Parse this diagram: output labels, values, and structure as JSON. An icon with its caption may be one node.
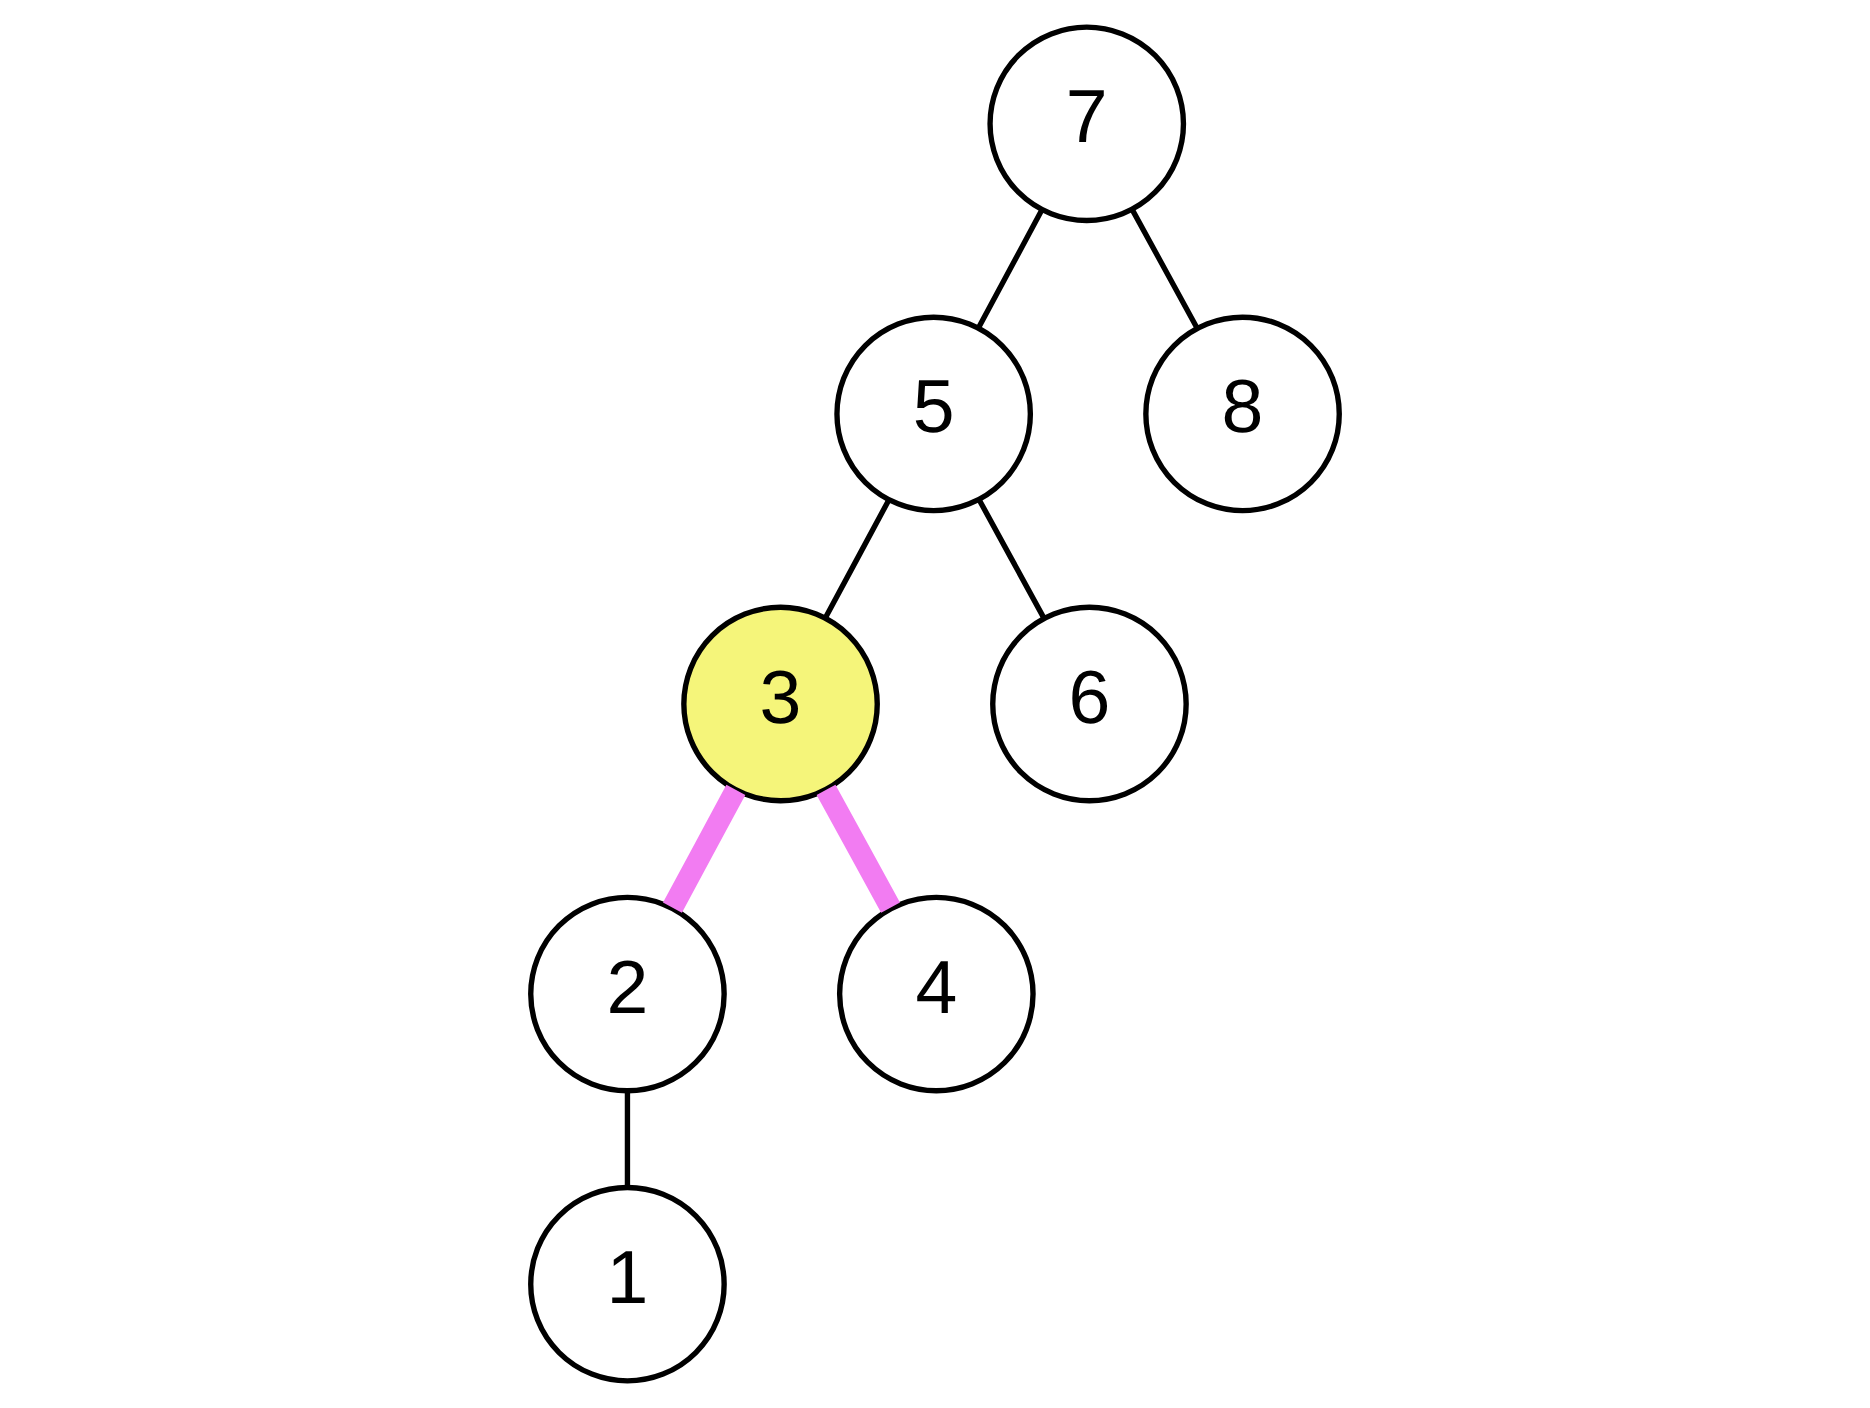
{
  "diagram": {
    "nodes": [
      {
        "text": [
          "7"
        ]
      },
      {
        "text": [
          "5"
        ]
      },
      {
        "text": [
          "8"
        ]
      },
      {
        "text": [
          "3"
        ]
      },
      {
        "text": [
          "6"
        ]
      },
      {
        "text": [
          "2"
        ]
      },
      {
        "text": [
          "4"
        ]
      },
      {
        "text": [
          "1"
        ]
      }
    ],
    "edges": [
      {
        "from": 0,
        "to": 1,
        "arrow": "none"
      },
      {
        "from": 0,
        "to": 2,
        "arrow": "none"
      },
      {
        "from": 1,
        "to": 3,
        "arrow": "none"
      },
      {
        "from": 1,
        "to": 4,
        "arrow": "none"
      },
      {
        "from": 3,
        "to": 5,
        "arrow": "none",
        "style": "thick",
        "color": "#f27cf2"
      },
      {
        "from": 3,
        "to": 6,
        "arrow": "none",
        "style": "thick",
        "color": "#f27cf2"
      },
      {
        "from": 5,
        "to": 7,
        "arrow": "none"
      }
    ]
  }
}
